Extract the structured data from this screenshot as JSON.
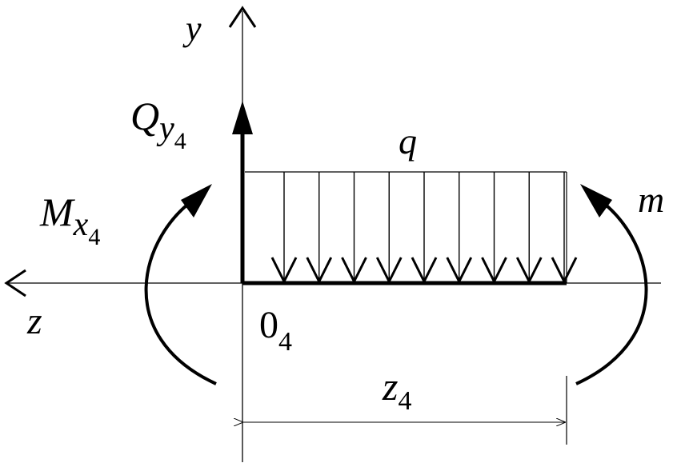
{
  "labels": {
    "y_axis": "y",
    "z_axis": "z",
    "q_main": "Q",
    "q_sub": "y",
    "q_subsub": "4",
    "load": "q",
    "m_main": "M",
    "m_sub": "x",
    "m_subsub": "4",
    "moment": "m",
    "origin_main": "0",
    "origin_sub": "4",
    "length_main": "z",
    "length_sub": "4"
  },
  "load": {
    "arrow_count": 9
  },
  "colors": {
    "ink": "#000000",
    "background": "#ffffff"
  }
}
